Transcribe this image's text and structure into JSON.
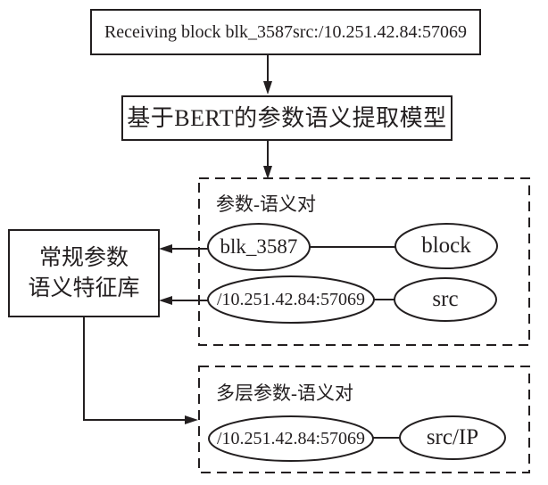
{
  "diagram": {
    "colors": {
      "stroke": "#231f20",
      "background": "#ffffff"
    },
    "input_box": {
      "text": "Receiving block blk_3587src:/10.251.42.84:57069"
    },
    "model_box": {
      "text": "基于BERT的参数语义提取模型"
    },
    "library_box": {
      "line1": "常规参数",
      "line2": "语义特征库"
    },
    "pair_group": {
      "label": "参数-语义对",
      "pairs": [
        {
          "param": "blk_3587",
          "semantic": "block"
        },
        {
          "param": "/10.251.42.84:57069",
          "semantic": "src"
        }
      ]
    },
    "multilayer_group": {
      "label": "多层参数-语义对",
      "pairs": [
        {
          "param": "/10.251.42.84:57069",
          "semantic": "src/IP"
        }
      ]
    }
  }
}
